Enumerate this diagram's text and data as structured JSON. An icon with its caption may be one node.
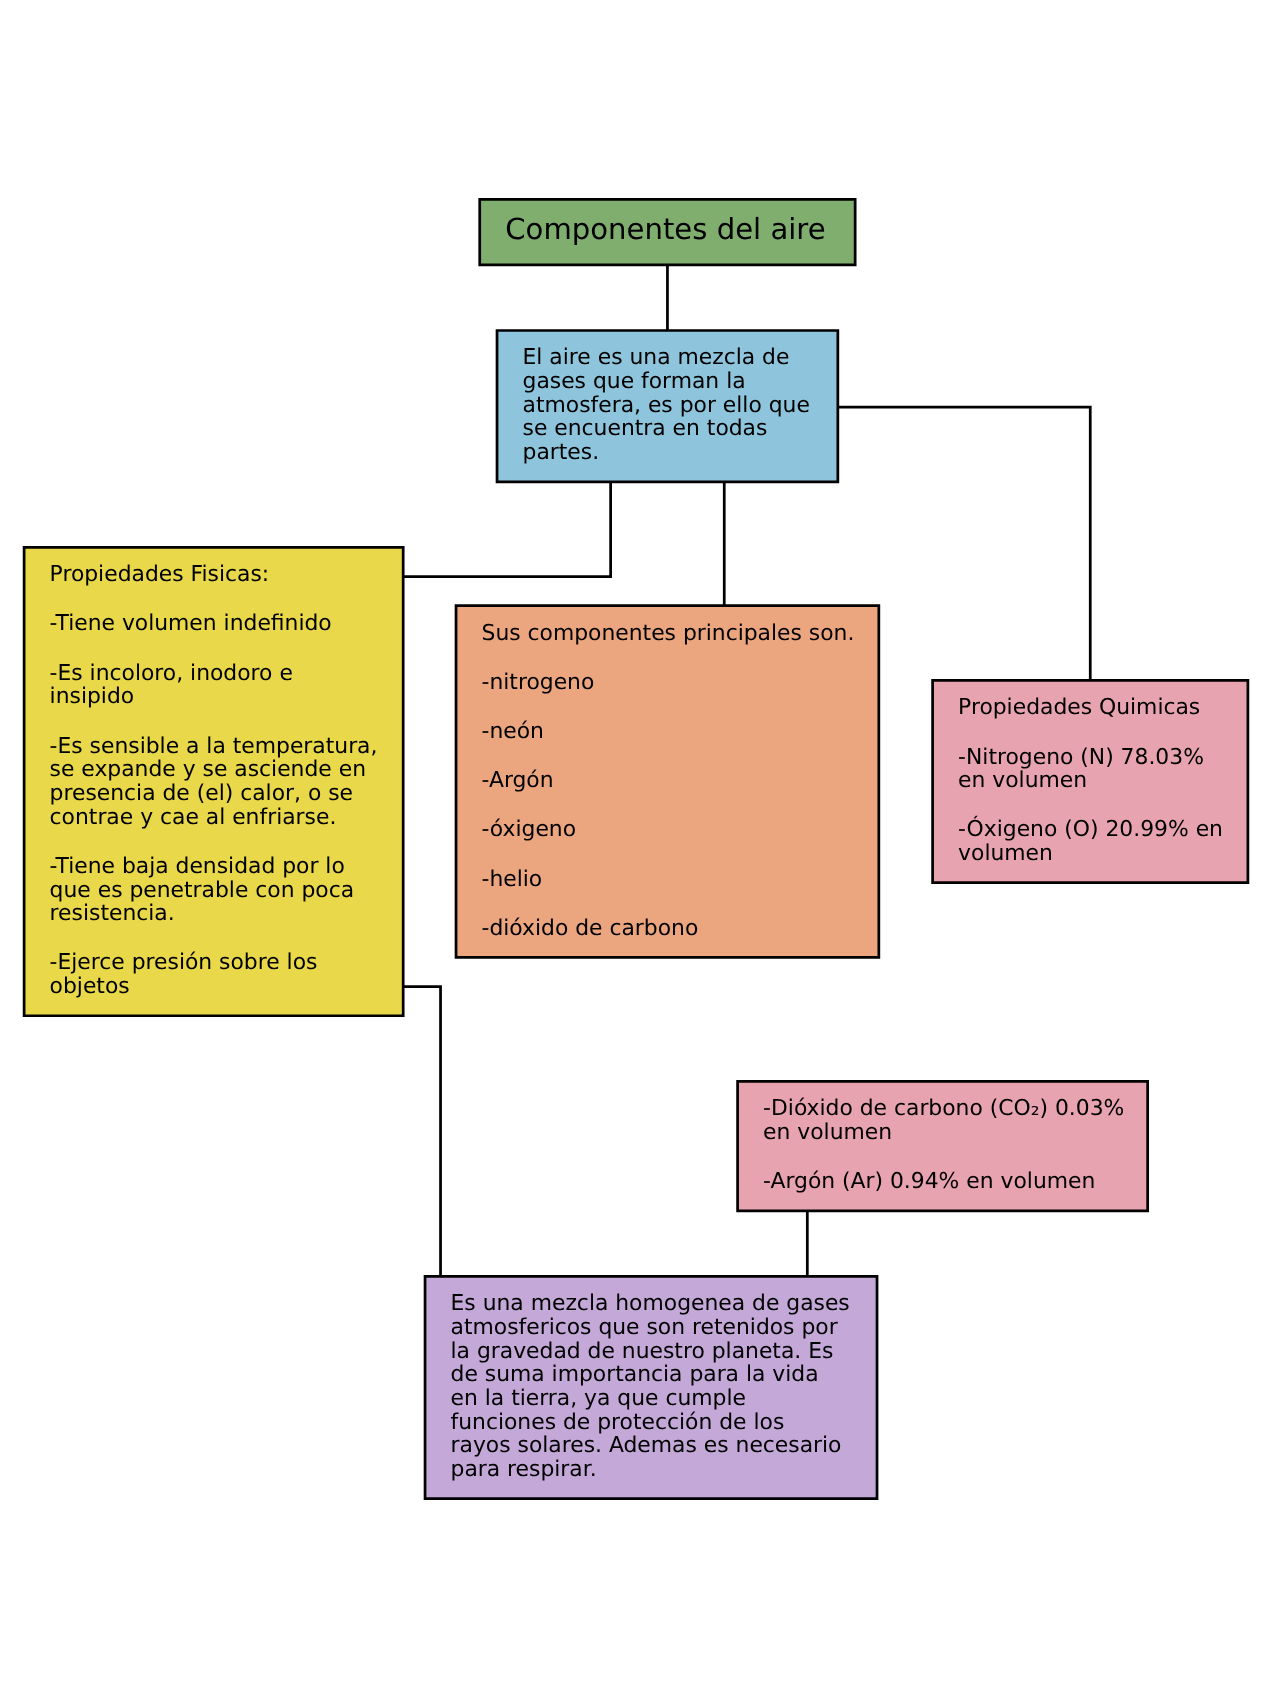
{
  "diagram": {
    "nodes": [
      {
        "text": [
          "Componentes del aire"
        ]
      },
      {
        "text": [
          "El aire es una mezcla de gases que forman la atmosfera, es por ello que se encuentra en todas partes."
        ]
      },
      {
        "text": [
          "Propiedades Fisicas:",
          "-Tiene volumen indefinido",
          "-Es incoloro, inodoro e insipido",
          "-Es sensible a la temperatura, se expande y se asciende en presencia de (el) calor, o se contrae y cae al enfriarse.",
          "-Tiene baja densidad por lo que es penetrable con poca resistencia.",
          "-Ejerce presión sobre los objetos"
        ]
      },
      {
        "text": [
          "Sus componentes principales son.",
          "-nitrogeno",
          "-neón",
          "-Argón",
          "-óxigeno",
          "-helio",
          "-dióxido de carbono"
        ]
      },
      {
        "text": [
          "Propiedades Quimicas",
          "-Nitrogeno (N) 78.03% en volumen",
          "-Óxigeno (O) 20.99% en volumen"
        ]
      },
      {
        "text": [
          "-Dióxido de carbono (CO₂) 0.03% en volumen",
          "-Argón (Ar) 0.94% en volumen"
        ]
      },
      {
        "text": [
          "Es una mezcla homogenea de gases atmosfericos que son retenidos por la gravedad de nuestro planeta. Es de suma importancia para la vida en la tierra, ya que cumple funciones de protección de los rayos solares. Ademas es necesario para respirar."
        ]
      }
    ],
    "edges": [
      {
        "from": 0,
        "to": 1,
        "arrow": "none"
      },
      {
        "from": 1,
        "to": 2,
        "arrow": "none"
      },
      {
        "from": 1,
        "to": 3,
        "arrow": "none"
      },
      {
        "from": 1,
        "to": 4,
        "arrow": "none"
      },
      {
        "from": 2,
        "to": 6,
        "arrow": "none"
      },
      {
        "from": 5,
        "to": 6,
        "arrow": "none"
      }
    ]
  }
}
